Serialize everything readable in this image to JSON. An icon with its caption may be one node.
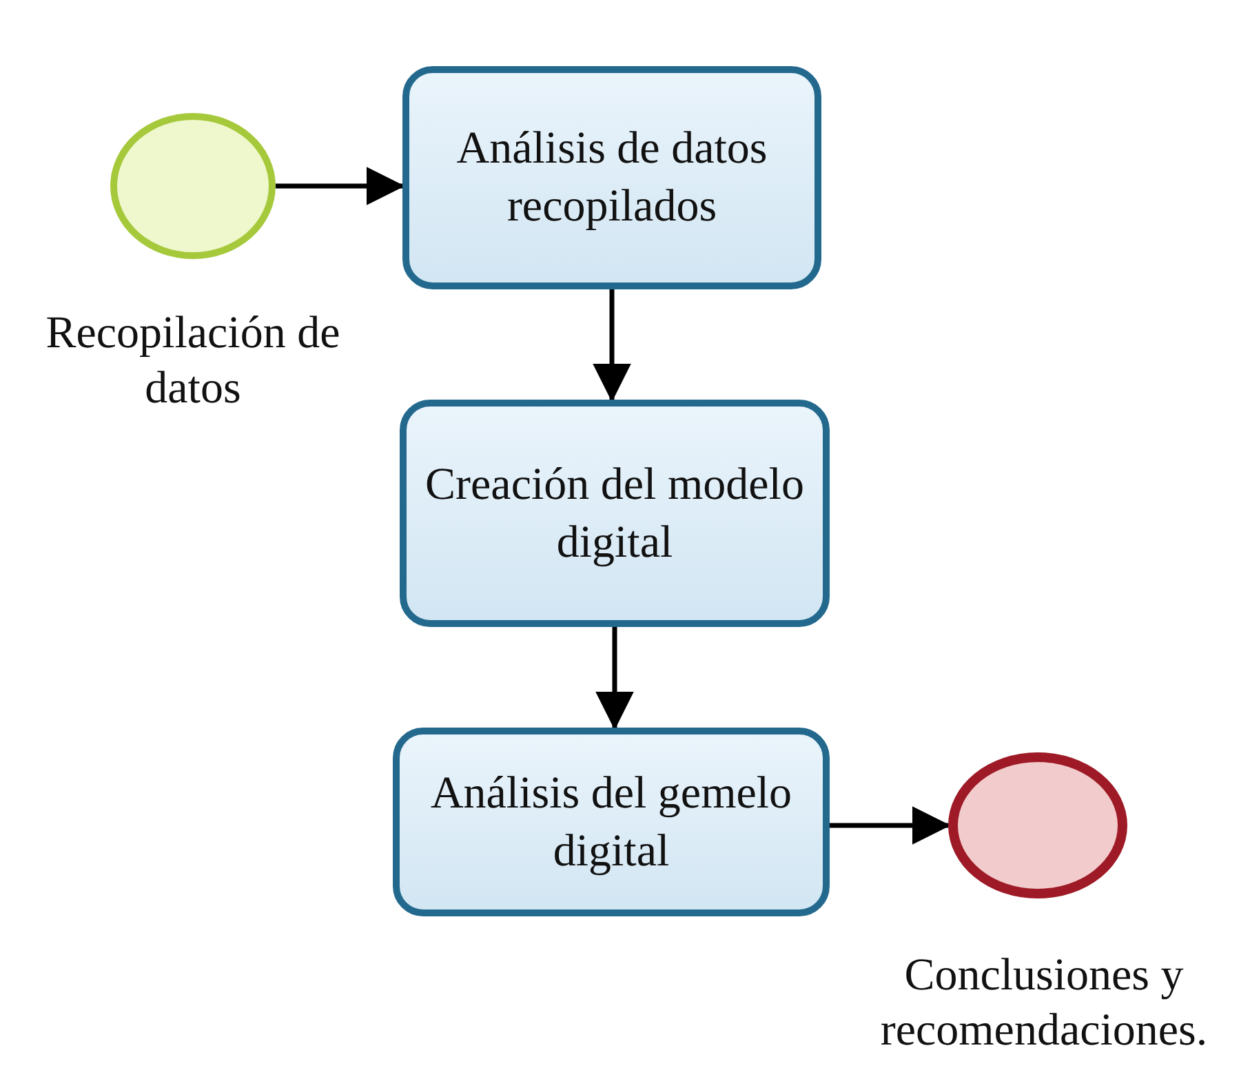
{
  "diagram": {
    "nodes": [
      {
        "text": [],
        "shape": "circle",
        "beside": [
          "Recopilación de datos"
        ]
      },
      {
        "text": [
          "Análisis de datos recopilados"
        ]
      },
      {
        "text": [
          "Creación del modelo digital"
        ]
      },
      {
        "text": [
          "Análisis del gemelo digital"
        ]
      },
      {
        "text": [],
        "shape": "circle",
        "beside": [
          "Conclusiones y recomendaciones."
        ]
      }
    ],
    "edges": [
      {
        "from": 0,
        "to": 1,
        "arrow": "to"
      },
      {
        "from": 1,
        "to": 2,
        "arrow": "to"
      },
      {
        "from": 2,
        "to": 3,
        "arrow": "to"
      },
      {
        "from": 3,
        "to": 4,
        "arrow": "to"
      }
    ]
  }
}
